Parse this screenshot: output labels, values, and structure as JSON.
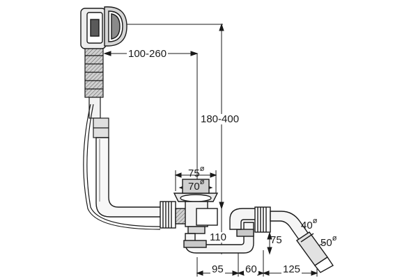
{
  "dimensions": {
    "lever_reach": "100-260",
    "overflow_height": "180-400",
    "outer_diameter": "75",
    "inner_diameter": "70",
    "outlet_diameter_small": "40",
    "outlet_diameter_large": "50",
    "trap_height": "110",
    "seal_depth": "75",
    "offset_a": "95",
    "offset_b": "60",
    "offset_c": "125",
    "diameter_symbol": "ø"
  },
  "colors": {
    "stroke": "#1a1a1a",
    "fill_light": "#e6e6e6",
    "fill_mid": "#bdbdbd",
    "fill_dark": "#5a5a5a"
  }
}
